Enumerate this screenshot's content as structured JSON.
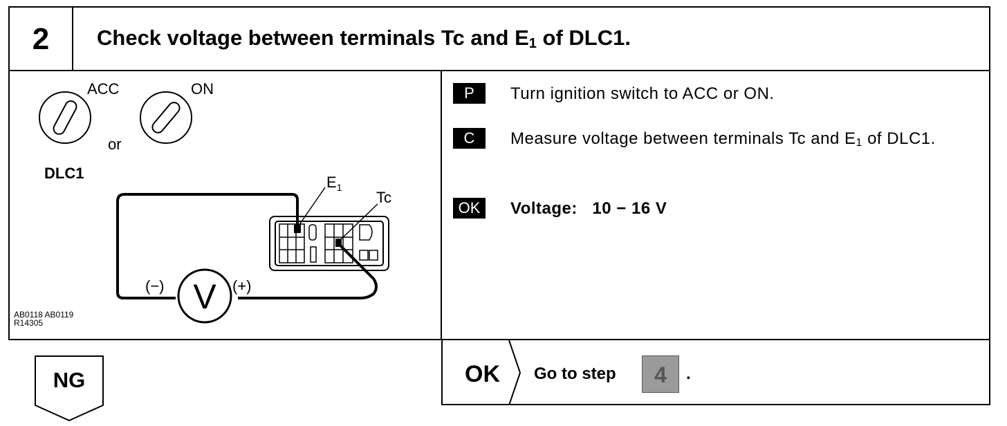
{
  "step": {
    "number": "2",
    "title_prefix": "Check voltage between terminals Tc and E",
    "title_sub": "1",
    "title_suffix": " of DLC1."
  },
  "diagram": {
    "switch_acc": "ACC",
    "switch_on": "ON",
    "or": "or",
    "connector": "DLC1",
    "terminal_e": "E",
    "terminal_e_sub": "1",
    "terminal_tc": "Tc",
    "minus": "(−)",
    "plus": "(+)",
    "meter": "V",
    "code_line1": "AB0118 AB0119",
    "code_line2": "R14305"
  },
  "instructions": {
    "p_badge": "P",
    "p_text": "Turn ignition switch to ACC or ON.",
    "c_badge": "C",
    "c_text_prefix": "Measure voltage between terminals Tc and E",
    "c_text_sub": "1",
    "c_text_suffix": " of DLC1.",
    "ok_badge": "OK",
    "ok_label": "Voltage:",
    "ok_value": "10 − 16 V"
  },
  "result": {
    "ng_label": "NG",
    "ok_label": "OK",
    "goto_text": "Go to step",
    "goto_step": "4",
    "period": "."
  }
}
